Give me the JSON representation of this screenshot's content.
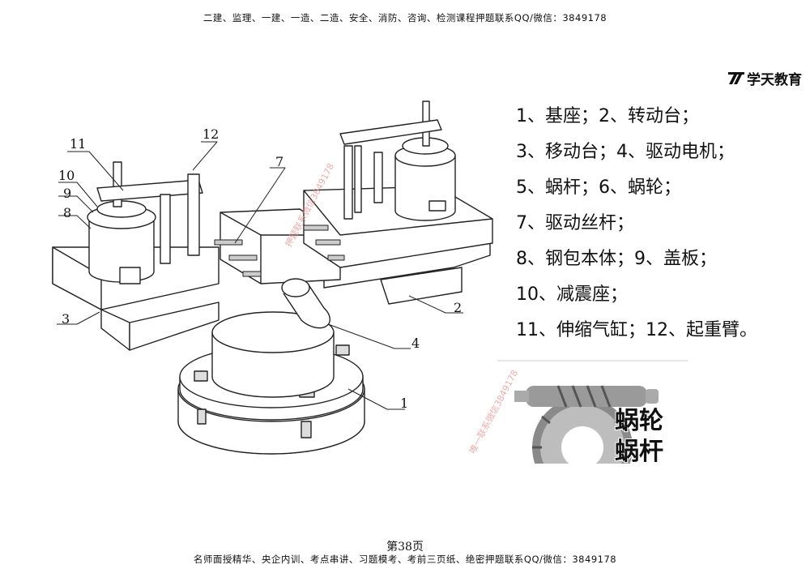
{
  "header": {
    "text": "二建、监理、一建、一造、二造、安全、消防、咨询、检测课程押题联系QQ/微信：3849178"
  },
  "logo": {
    "text": "学天教育"
  },
  "legend": [
    "1、基座；2、转动台；",
    "3、移动台；4、驱动电机；",
    "5、蜗杆；6、蜗轮；",
    "7、驱动丝杆；",
    "8、钢包本体；9、盖板；",
    "10、减震座；",
    "11、伸缩气缸；12、起重臂。"
  ],
  "drawing_labels": {
    "l1": "1",
    "l2": "2",
    "l3": "3",
    "l4": "4",
    "l7": "7",
    "l8": "8",
    "l9": "9",
    "l10": "10",
    "l11": "11",
    "l12": "12"
  },
  "photo": {
    "label_top": "蜗轮",
    "label_bottom": "蜗杆"
  },
  "watermark": {
    "text1": "押题联系微信3849178",
    "text2": "唯一联系微信3849178"
  },
  "page_number": "第38页",
  "footer": {
    "text": "名师面授精华、央企内训、考点串讲、习题模考、考前三页纸、绝密押题联系QQ/微信：3849178"
  }
}
